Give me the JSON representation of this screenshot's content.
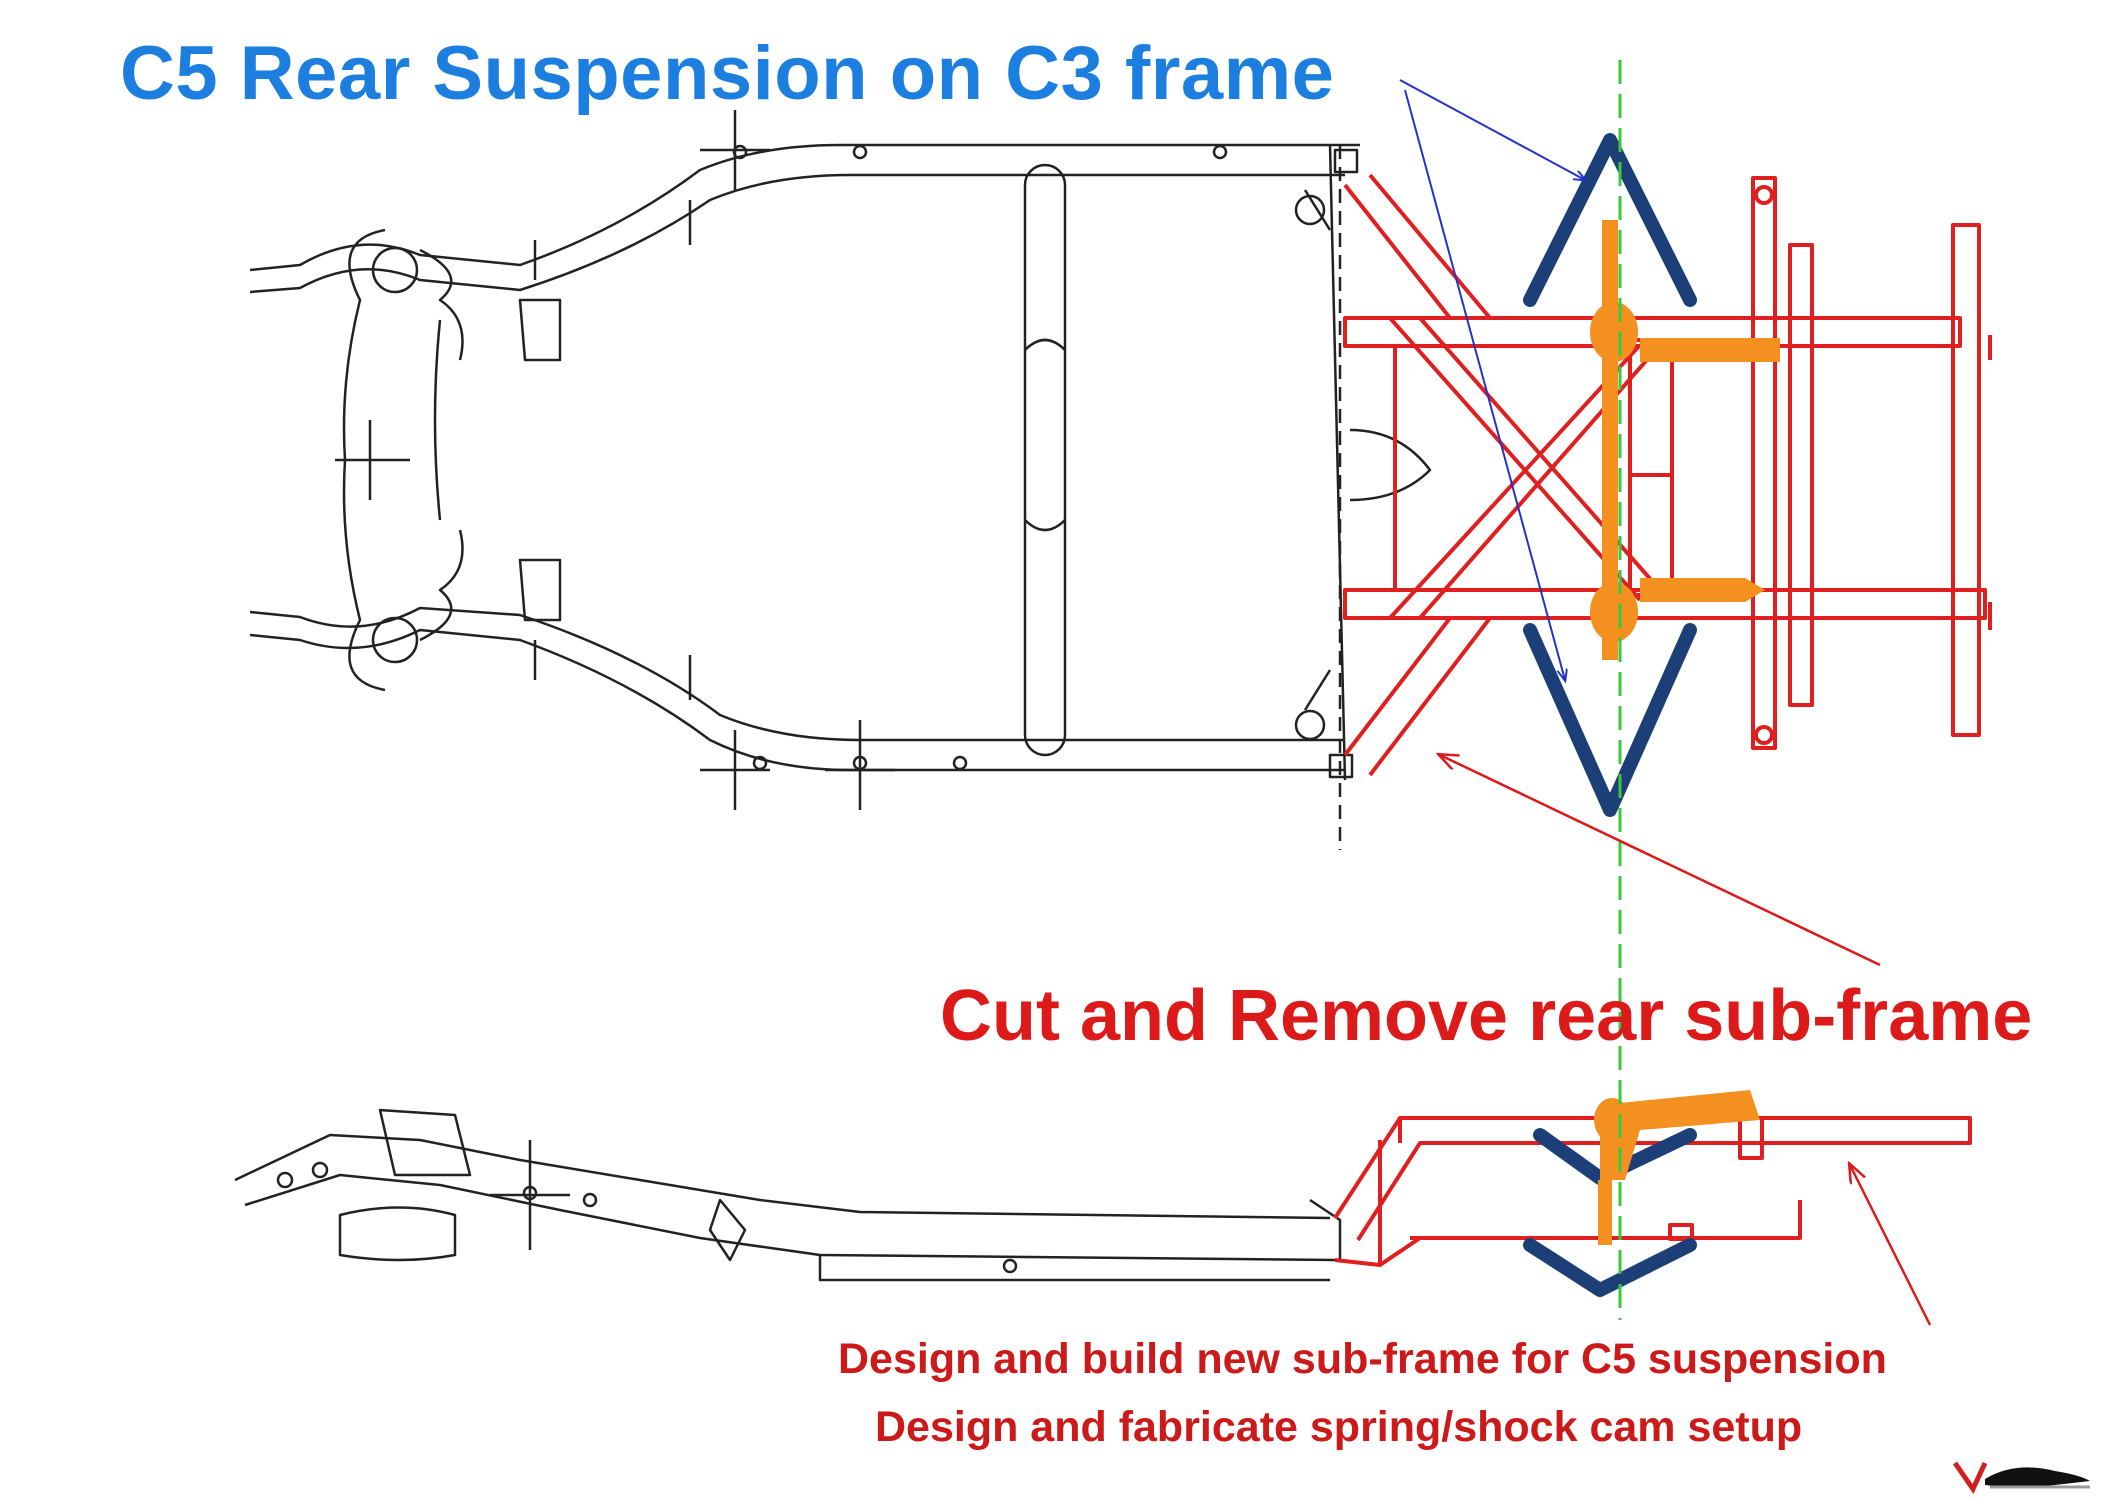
{
  "labels": {
    "title": "C5 Rear Suspension on C3 frame",
    "cut": "Cut and Remove rear sub-frame",
    "note1": "Design and build new sub-frame for C5 suspension",
    "note2": "Design and fabricate spring/shock cam setup"
  },
  "colors": {
    "title": "#1c7fe0",
    "annotation_red": "#dd1a1a",
    "original_frame": "#222222",
    "new_subframe": "#e02020",
    "suspension_arms": "#1c3f78",
    "springs_shocks": "#f39020",
    "centerline": "#3cc83c",
    "pointer_arrow_blue": "#2233cc"
  },
  "icons": {
    "watermark": "site-logo-icon"
  }
}
